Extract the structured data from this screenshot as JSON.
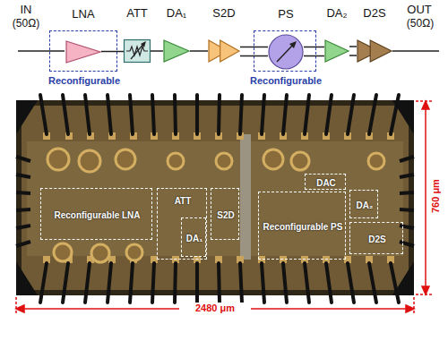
{
  "diagram": {
    "nodes": [
      {
        "text": [
          "Reconfigurable"
        ]
      },
      {
        "text": [
          "LNA"
        ],
        "in": 0
      },
      {
        "text": [
          "ATT"
        ]
      },
      {
        "text": [
          "DA₁"
        ]
      },
      {
        "text": [
          "S2D"
        ]
      },
      {
        "text": [
          "Reconfigurable"
        ]
      },
      {
        "text": [
          "PS"
        ],
        "in": 5
      },
      {
        "text": [
          "DA₂"
        ]
      },
      {
        "text": [
          "D2S"
        ]
      },
      {
        "text": [
          "Reconfigurable LNA"
        ]
      },
      {
        "text": [
          "ATT"
        ]
      },
      {
        "text": [
          "DA₁"
        ],
        "in": 10
      },
      {
        "text": [
          "S2D"
        ]
      },
      {
        "text": [
          "Reconfigurable PS"
        ]
      },
      {
        "text": [
          "DAC"
        ]
      },
      {
        "text": [
          "DA₂"
        ]
      },
      {
        "text": [
          "D2S"
        ]
      }
    ],
    "edges": [
      {
        "from": 1,
        "to": 2,
        "arrow": "none"
      },
      {
        "from": 2,
        "to": 3,
        "arrow": "none"
      },
      {
        "from": 3,
        "to": 4,
        "arrow": "none"
      },
      {
        "from": 4,
        "to": 6,
        "arrow": "none"
      },
      {
        "from": 4,
        "to": 6,
        "arrow": "none"
      },
      {
        "from": 6,
        "to": 7,
        "arrow": "none"
      },
      {
        "from": 6,
        "to": 7,
        "arrow": "none"
      },
      {
        "from": 7,
        "to": 8,
        "arrow": "none"
      },
      {
        "from": 7,
        "to": 8,
        "arrow": "none"
      }
    ],
    "labels": [
      "IN",
      "(50Ω)",
      "OUT",
      "(50Ω)",
      "760 μm",
      "2480 μm"
    ]
  }
}
